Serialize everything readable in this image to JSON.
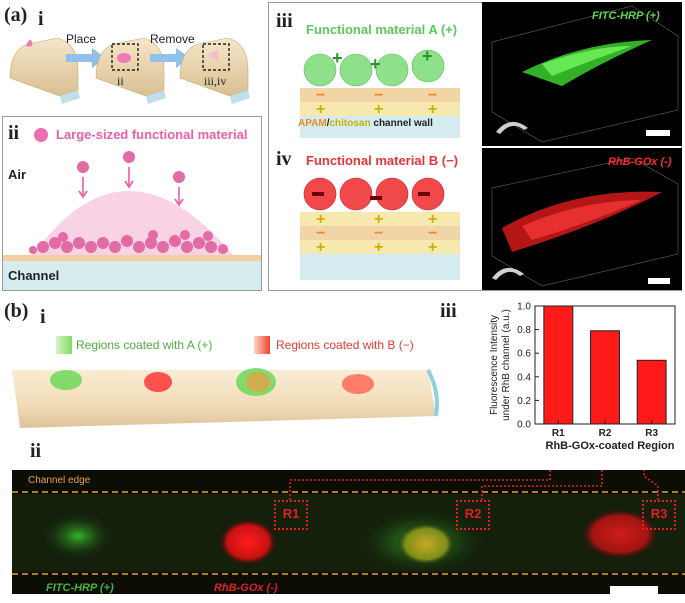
{
  "colors": {
    "green": "#6fcf64",
    "red": "#e8343a",
    "pink": "#f07ab7",
    "orange": "#f08a24",
    "yellow": "#e3cf1a",
    "tube": "#f3dfbf",
    "channel": "#cfe9ef"
  },
  "panel_a": {
    "letter": "(a)",
    "i": {
      "label": "i",
      "step1": "Place",
      "step2": "Remove",
      "sub_label_ii": "ii",
      "sub_label_iii_iv": "iii,iv"
    },
    "ii": {
      "label": "ii",
      "title": "Large-sized functional material",
      "air": "Air",
      "channel": "Channel"
    },
    "iii": {
      "label": "iii",
      "title": "Functional material A (+)",
      "wall_apam": "APAM",
      "wall_slash": "/",
      "wall_chitosan": "chitosan",
      "wall_rest": " channel wall",
      "image_label": "FITC-HRP (+)"
    },
    "iv": {
      "label": "iv",
      "title": "Functional material B (−)",
      "image_label": "RhB-GOx (-)"
    }
  },
  "panel_b": {
    "letter": "(b)",
    "i": {
      "label": "i",
      "legend_a": "Regions coated with A (+)",
      "legend_b": "Regions coated with B (−)"
    },
    "ii": {
      "label": "ii",
      "channel_edge": "Channel edge",
      "fitc": "FITC-HRP (+)",
      "rhb": "RhB-GOx (-)",
      "regions": [
        "R1",
        "R2",
        "R3"
      ]
    },
    "iii": {
      "label": "iii"
    }
  },
  "chart_data": {
    "type": "bar",
    "categories": [
      "R1",
      "R2",
      "R3"
    ],
    "values": [
      1.0,
      0.79,
      0.54
    ],
    "xlabel": "RhB-GOx-coated Region",
    "ylabel": "Fluorescence Intensity under RhB channel (a.u.)",
    "ylabel_line1": "Fluorescence Intensity",
    "ylabel_line2": "under RhB channel (a.u.)",
    "ylim": [
      0,
      1.0
    ],
    "yticks": [
      "0.0",
      "0.2",
      "0.4",
      "0.6",
      "0.8",
      "1.0"
    ],
    "bar_color": "#ff1a1a",
    "grid": false
  }
}
